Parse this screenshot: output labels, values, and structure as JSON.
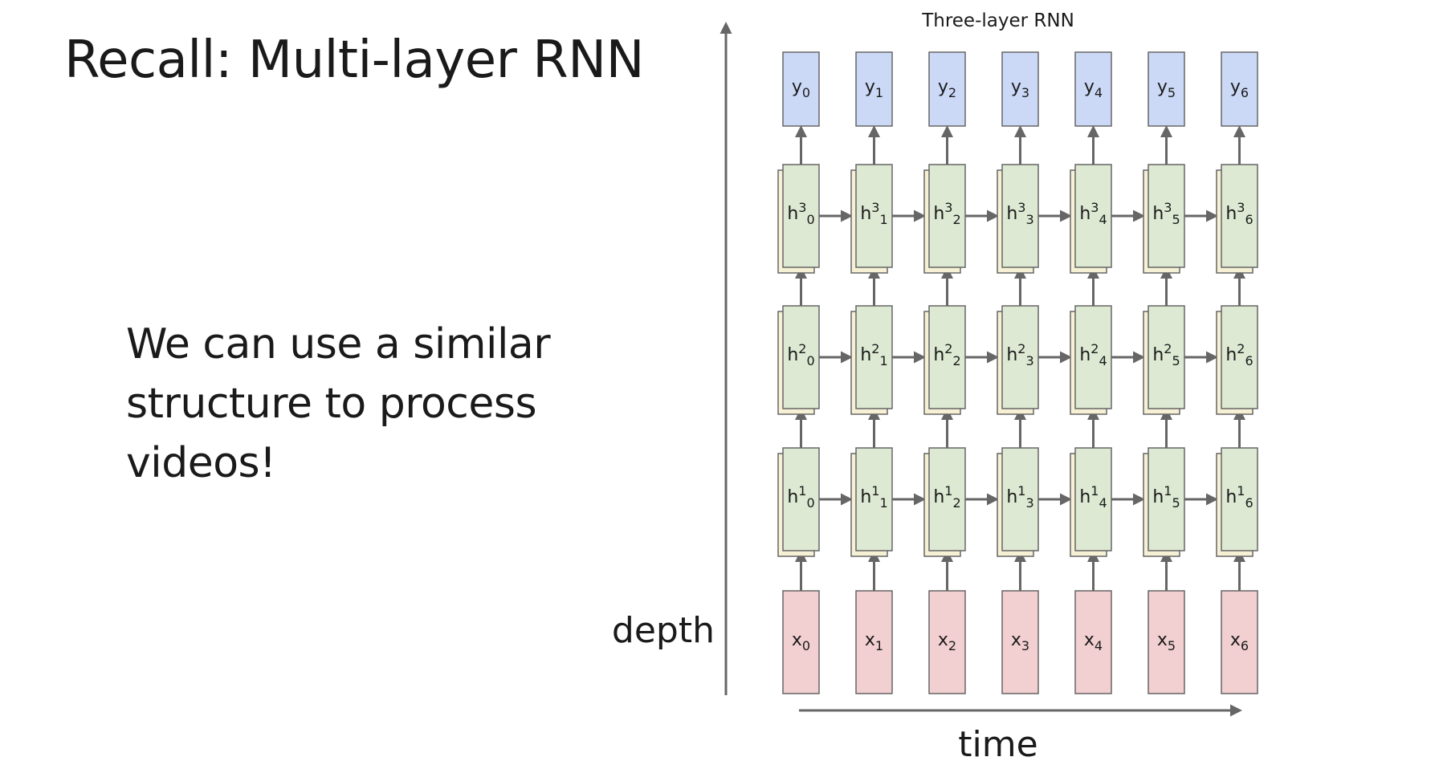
{
  "slide": {
    "title": "Recall: Multi-layer RNN",
    "body_lines": [
      "We can use a similar",
      "structure to process",
      "videos!"
    ]
  },
  "diagram": {
    "title": "Three-layer RNN",
    "y_axis_label": "depth",
    "x_axis_label": "time",
    "output_row": [
      {
        "base": "y",
        "sub": "0"
      },
      {
        "base": "y",
        "sub": "1"
      },
      {
        "base": "y",
        "sub": "2"
      },
      {
        "base": "y",
        "sub": "3"
      },
      {
        "base": "y",
        "sub": "4"
      },
      {
        "base": "y",
        "sub": "5"
      },
      {
        "base": "y",
        "sub": "6"
      }
    ],
    "hidden_layers": [
      {
        "layer": "3",
        "cells": [
          "0",
          "1",
          "2",
          "3",
          "4",
          "5",
          "6"
        ]
      },
      {
        "layer": "2",
        "cells": [
          "0",
          "1",
          "2",
          "3",
          "4",
          "5",
          "6"
        ]
      },
      {
        "layer": "1",
        "cells": [
          "0",
          "1",
          "2",
          "3",
          "4",
          "5",
          "6"
        ]
      }
    ],
    "input_row": [
      {
        "base": "x",
        "sub": "0"
      },
      {
        "base": "x",
        "sub": "1"
      },
      {
        "base": "x",
        "sub": "2"
      },
      {
        "base": "x",
        "sub": "3"
      },
      {
        "base": "x",
        "sub": "4"
      },
      {
        "base": "x",
        "sub": "5"
      },
      {
        "base": "x",
        "sub": "6"
      }
    ],
    "colors": {
      "output_fill": "#cbd9f7",
      "hidden_fill": "#dde9d3",
      "hidden_shadow_fill": "#f6f1d4",
      "input_fill": "#f2cfd0",
      "border": "#666666",
      "arrow": "#666666"
    }
  }
}
